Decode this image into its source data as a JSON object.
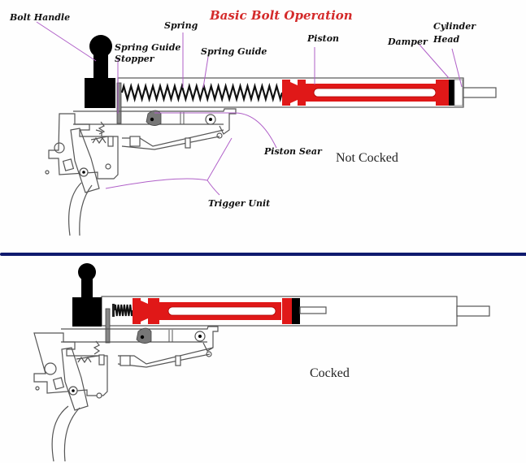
{
  "title": "Basic Bolt Operation",
  "colors": {
    "title": "#d42a2a",
    "piston": "#e01818",
    "divider": "#0f1a6e",
    "leader_lines": "#b060c8",
    "outline": "#555555"
  },
  "labels": {
    "bolt_handle": "Bolt Handle",
    "spring": "Spring",
    "spring_guide_stopper_line1": "Spring Guide",
    "spring_guide_stopper_line2": "Stopper",
    "spring_guide": "Spring Guide",
    "piston": "Piston",
    "damper": "Damper",
    "cylinder_head_line1": "Cylinder",
    "cylinder_head_line2": "Head",
    "piston_sear": "Piston Sear",
    "trigger_unit": "Trigger Unit"
  },
  "states": {
    "top": "Not Cocked",
    "bottom": "Cocked"
  }
}
